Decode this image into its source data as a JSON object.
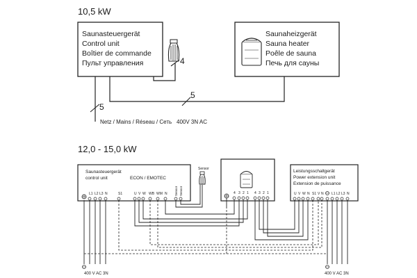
{
  "top": {
    "title": "10,5 kW",
    "control_unit": {
      "lines": [
        "Saunasteuergerät",
        "Control unit",
        "Boîtier de commande",
        "Пульт управления"
      ]
    },
    "heater": {
      "lines": [
        "Saunaheizgerät",
        "Sauna heater",
        "Poêle de sauna",
        "Печь для сауны"
      ]
    },
    "cable_labels": {
      "sensor": "4",
      "heater": "5",
      "mains": "5"
    },
    "mains_label": "Netz / Mains / Réseau / Сеть",
    "voltage": "400V 3N AC"
  },
  "bottom": {
    "title": "12,0 - 15,0 kW",
    "control_unit": {
      "line1": "Saunasteuergerät",
      "line2": "control unit",
      "model": "ECON / EMOTEC",
      "sensor_label": "Sensor",
      "terminals": [
        "L1",
        "L2",
        "L3",
        "N",
        "S1",
        "U",
        "V",
        "W",
        "WB",
        "WM",
        "N"
      ],
      "sensor_terminals": [
        "Sensor",
        "Sensor"
      ]
    },
    "heater": {
      "terminals": [
        "4",
        "3",
        "2",
        "1",
        "4",
        "3",
        "2",
        "1"
      ]
    },
    "extension": {
      "lines": [
        "Leistungsschaltgerät",
        "Power extension unit",
        "Extension de puissance"
      ],
      "terminals": [
        "U",
        "V",
        "W",
        "N",
        "S1",
        "V",
        "N",
        "L1",
        "L2",
        "L3",
        "N"
      ]
    },
    "voltage_left": "400 V AC 3N",
    "voltage_right": "400 V AC 3N"
  }
}
